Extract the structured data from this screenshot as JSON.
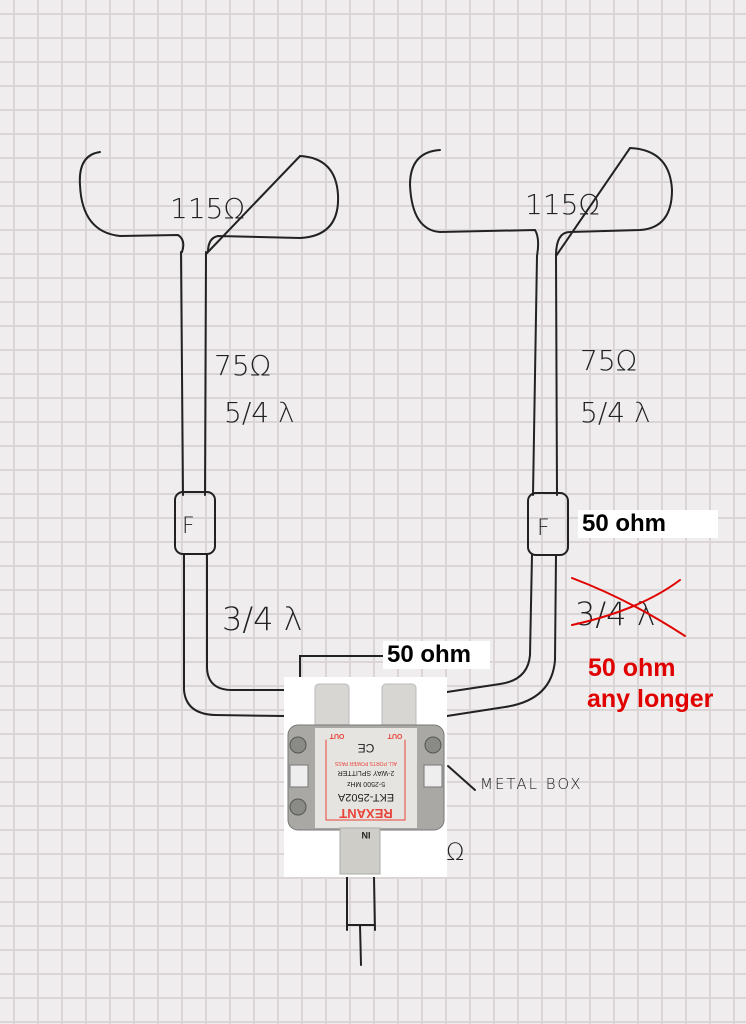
{
  "antennas": [
    {
      "impedance": "115Ω"
    },
    {
      "impedance": "115Ω"
    }
  ],
  "upper_cables": [
    {
      "impedance": "75Ω",
      "length": "5/4 λ"
    },
    {
      "impedance": "75Ω",
      "length": "5/4 λ"
    }
  ],
  "connectors": [
    {
      "label": "F"
    },
    {
      "label": "F"
    }
  ],
  "lower_cables": [
    {
      "length": "3/4 λ"
    },
    {
      "length": "3/4 λ",
      "struck": true
    }
  ],
  "annotations": {
    "right_connector_note": "50 ohm",
    "splitter_input_note": "50 ohm",
    "red_note_line1": "50 ohm",
    "red_note_line2": "any longer",
    "metal_box": "METAL BOX",
    "output_impedance": "Ω"
  },
  "splitter": {
    "brand": "REXANT",
    "model": "EKT-2502A",
    "freq": "5-2500 MHz",
    "type": "2-WAY SPLITTER",
    "note": "ALL PORTS POWER PASS",
    "out_label": "OUT",
    "in_label": "IN",
    "ce": "CE"
  },
  "colors": {
    "ink": "#222222",
    "red": "#e00000",
    "label_red": "#e8453a"
  }
}
